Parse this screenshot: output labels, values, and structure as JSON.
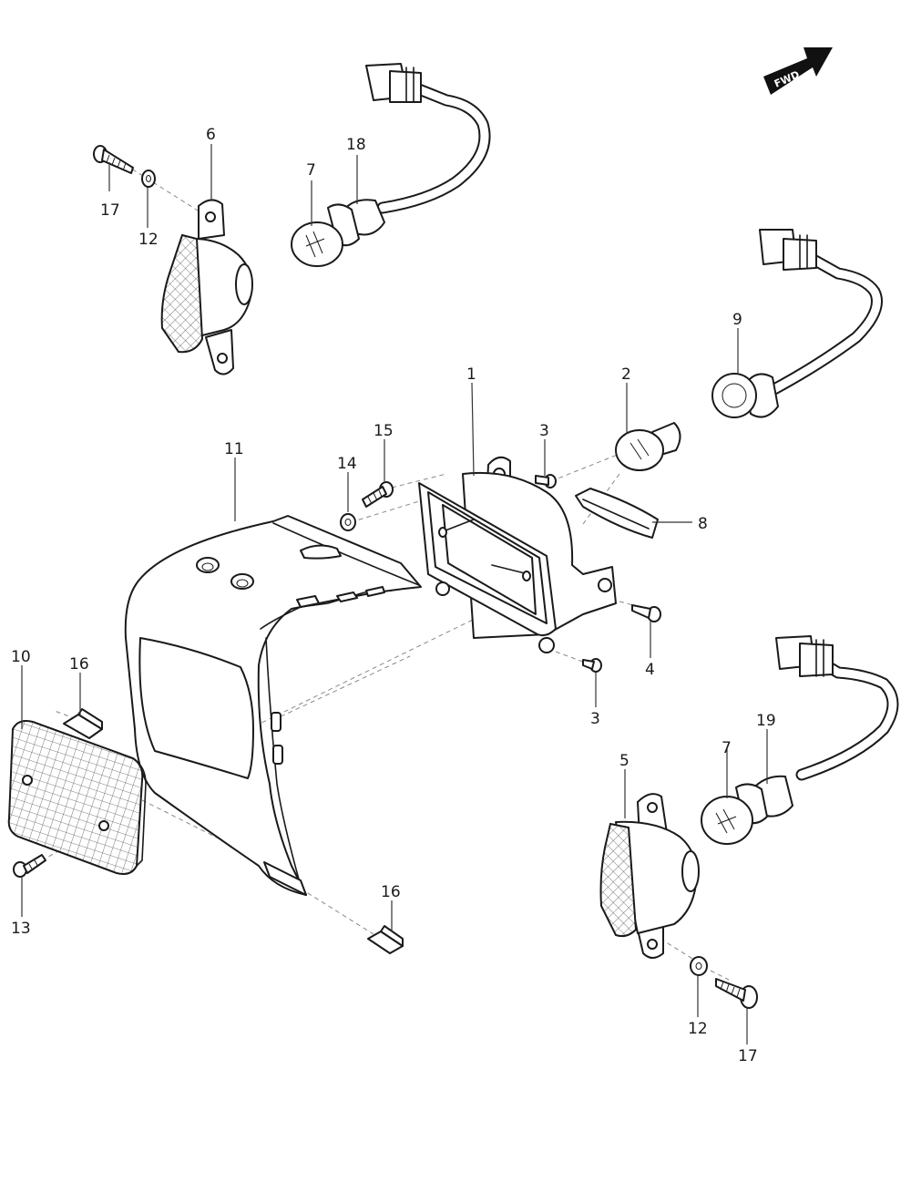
{
  "fwd_label": "FWD",
  "callouts": {
    "c1": "1",
    "c2": "2",
    "c3a": "3",
    "c3b": "3",
    "c4": "4",
    "c5": "5",
    "c6": "6",
    "c7a": "7",
    "c7b": "7",
    "c8": "8",
    "c9": "9",
    "c10": "10",
    "c11": "11",
    "c12a": "12",
    "c12b": "12",
    "c13": "13",
    "c14": "14",
    "c15": "15",
    "c16a": "16",
    "c16b": "16",
    "c17a": "17",
    "c17b": "17",
    "c18": "18",
    "c19": "19"
  }
}
